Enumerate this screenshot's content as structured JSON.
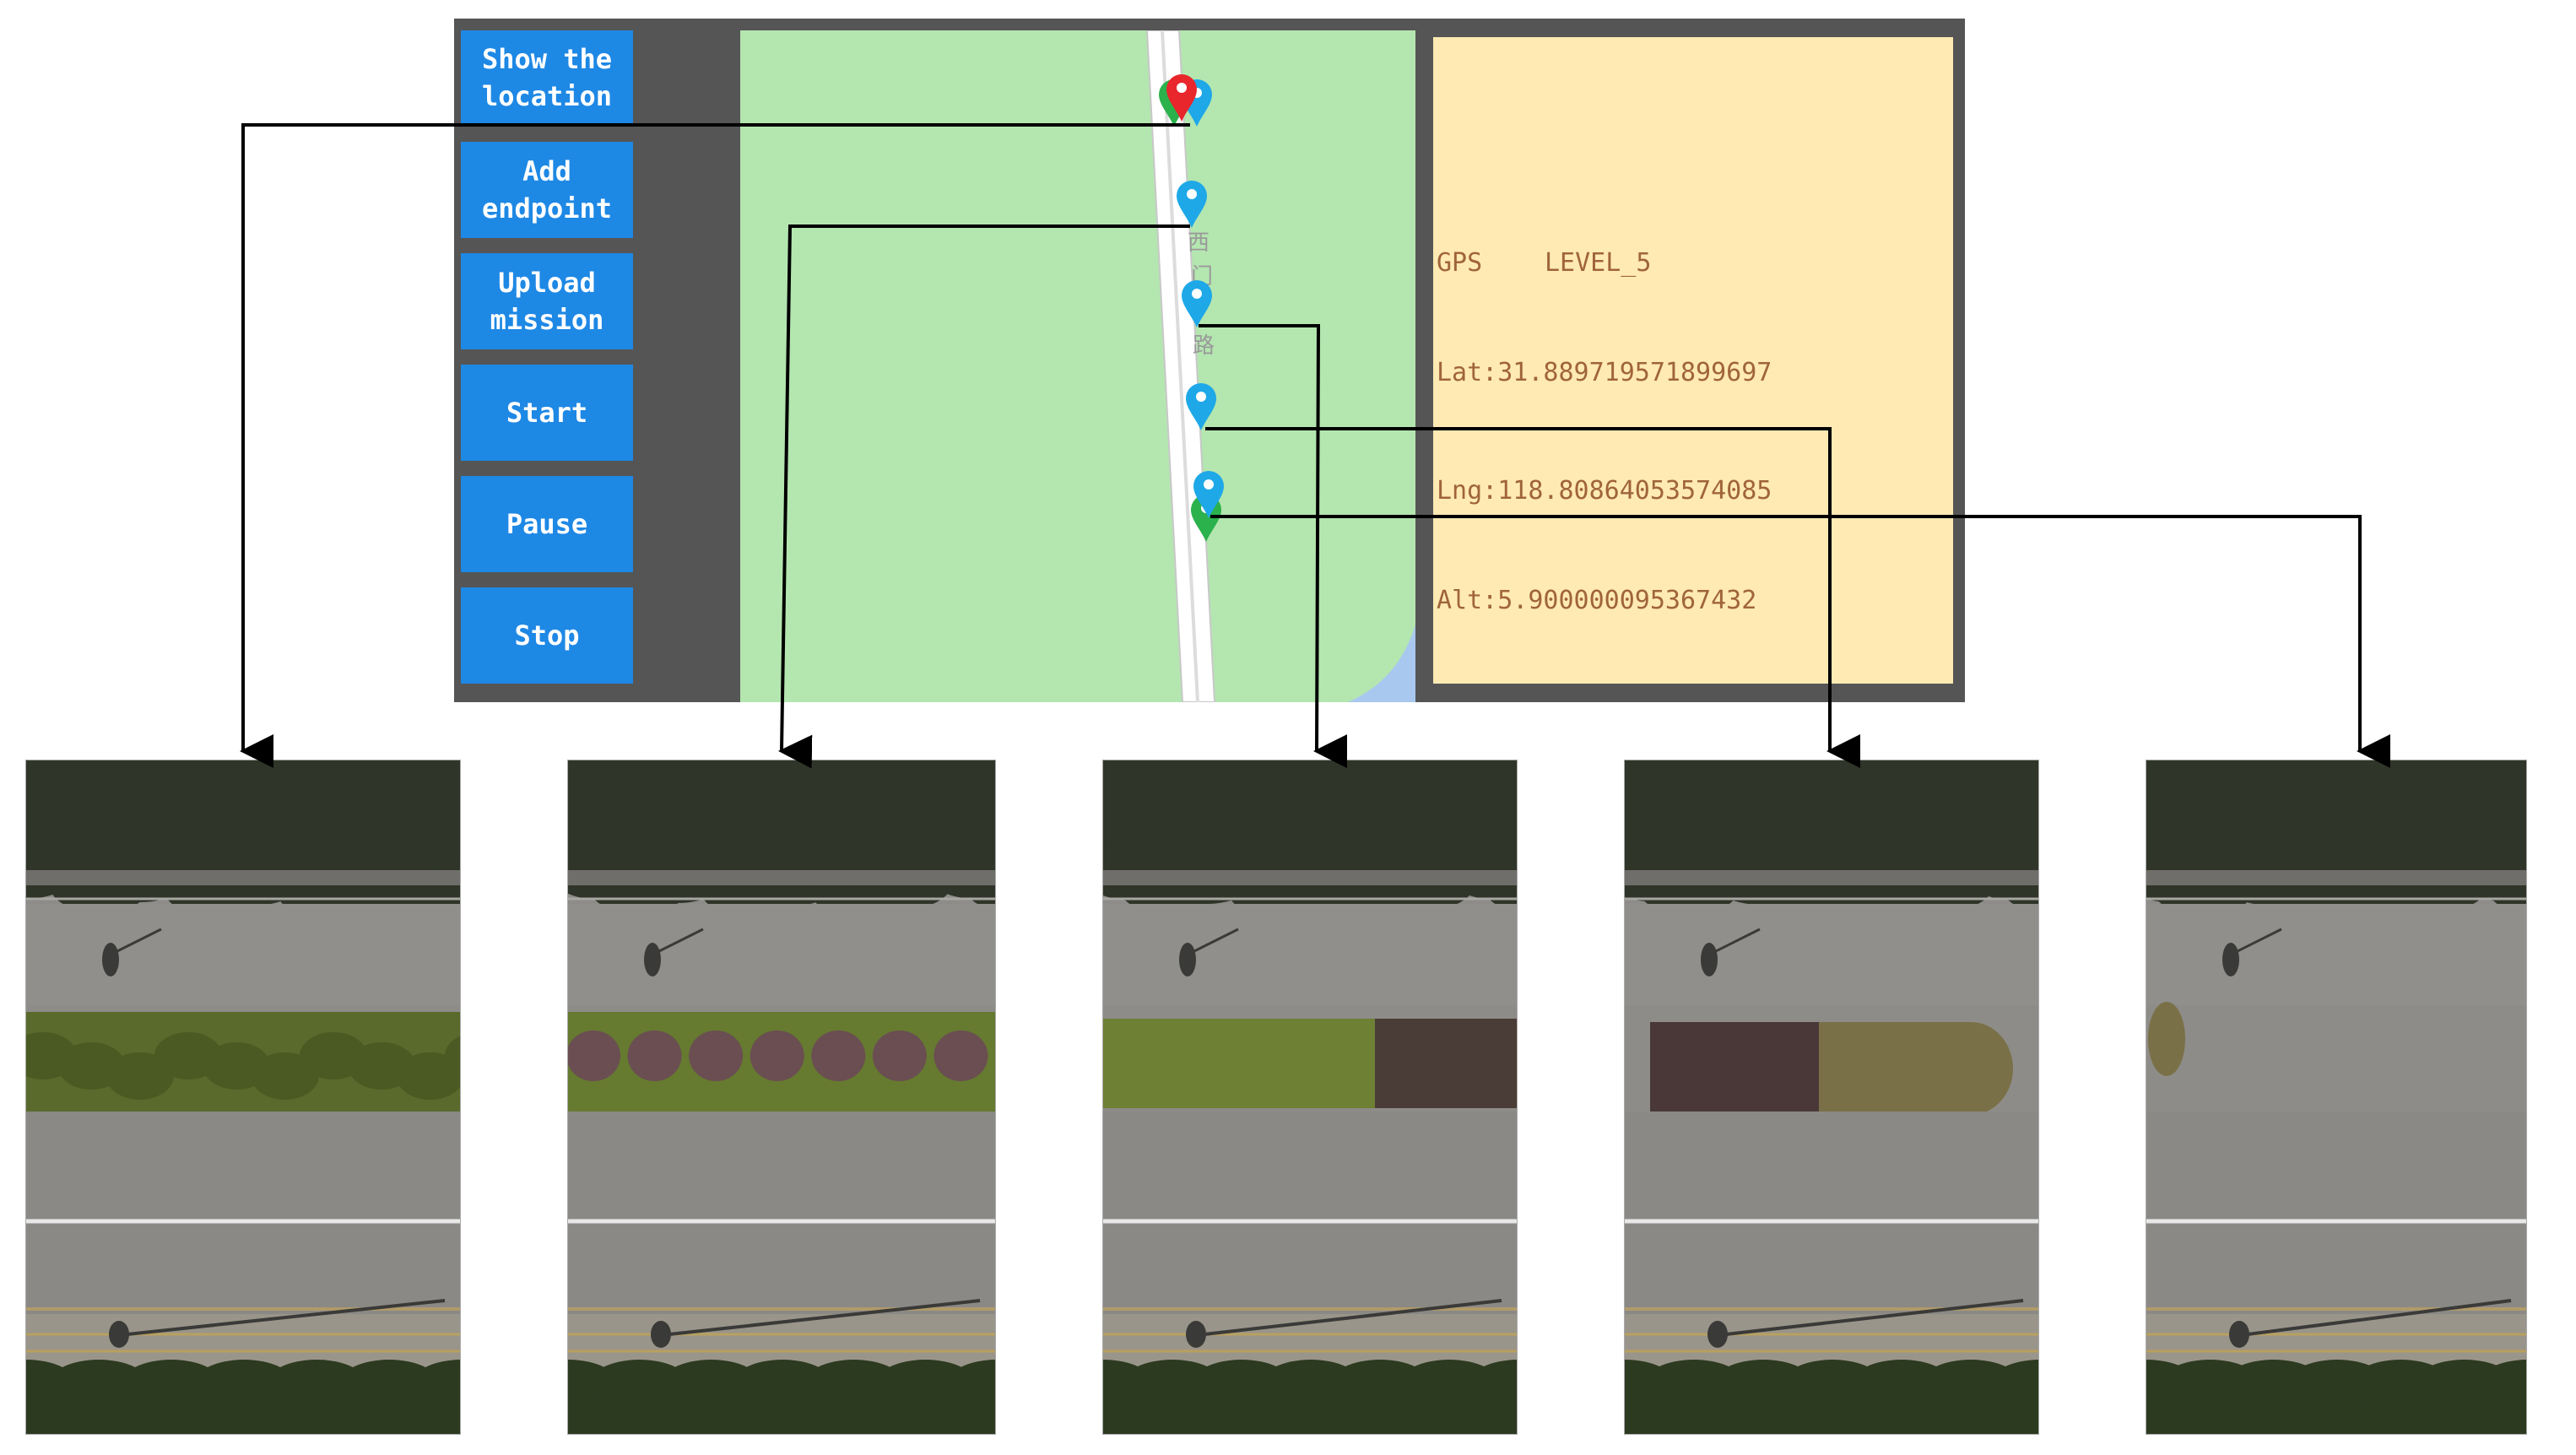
{
  "controls": {
    "show_location": "Show the\nlocation",
    "add_endpoint": "Add\nendpoint",
    "upload_mission": "Upload\nmission",
    "start": "Start",
    "pause": "Pause",
    "stop": "Stop"
  },
  "status": {
    "gps_label": "GPS",
    "gps_level": "LEVEL_5",
    "lat": "Lat:31.889719571899697",
    "lng": "Lng:118.80864053574085",
    "alt": "Alt:5.900000095367432"
  },
  "map": {
    "road_label_chars": [
      "西",
      "门",
      "路"
    ],
    "marker_colors": {
      "current": "#e8262c",
      "waypoint": "#1ea8e8",
      "start": "#2bb24c"
    },
    "waypoint_count": 5
  },
  "colors": {
    "button": "#1e88e5",
    "panel": "#555555",
    "map_background": "#b4e6b0",
    "info_background": "#ffeab4",
    "info_text": "#a0643c"
  },
  "photos": [
    {
      "name": "aerial-photo-1",
      "variant": "hedge-full"
    },
    {
      "name": "aerial-photo-2",
      "variant": "hedge-flowers"
    },
    {
      "name": "aerial-photo-3",
      "variant": "hedge-right-dark"
    },
    {
      "name": "aerial-photo-4",
      "variant": "hedge-end"
    },
    {
      "name": "aerial-photo-5",
      "variant": "road-only"
    }
  ]
}
